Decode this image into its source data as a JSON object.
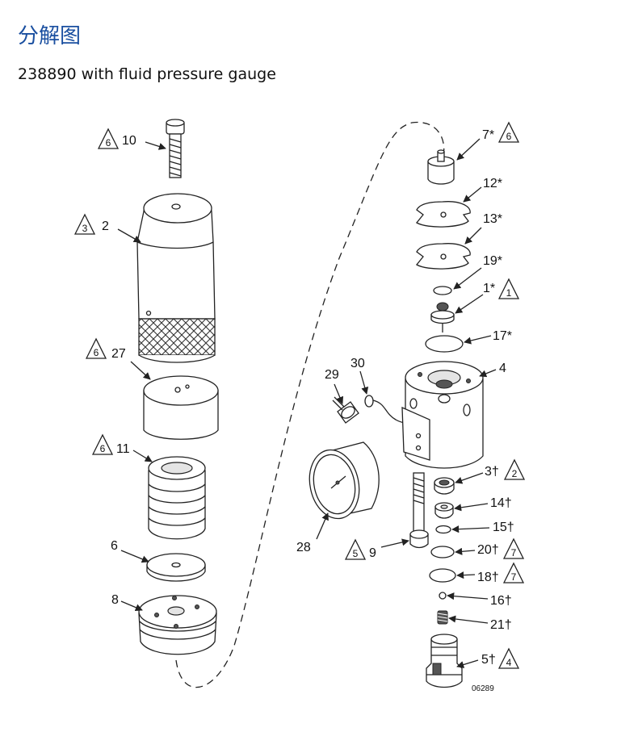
{
  "header": {
    "title": "分解图",
    "subtitle": "238890 with fluid pressure gauge"
  },
  "diagram": {
    "drawing_code": "06289",
    "callouts": [
      {
        "id": "p10",
        "label": "10",
        "warning": "6"
      },
      {
        "id": "p2",
        "label": "2",
        "warning": "3"
      },
      {
        "id": "p27",
        "label": "27",
        "warning": "6"
      },
      {
        "id": "p11",
        "label": "11",
        "warning": "6"
      },
      {
        "id": "p6",
        "label": "6"
      },
      {
        "id": "p8",
        "label": "8"
      },
      {
        "id": "p28",
        "label": "28"
      },
      {
        "id": "p29",
        "label": "29"
      },
      {
        "id": "p30",
        "label": "30"
      },
      {
        "id": "p9",
        "label": "9",
        "warning": "5"
      },
      {
        "id": "p7",
        "label": "7*",
        "warning": "6"
      },
      {
        "id": "p12",
        "label": "12*"
      },
      {
        "id": "p13",
        "label": "13*"
      },
      {
        "id": "p19",
        "label": "19*"
      },
      {
        "id": "p1",
        "label": "1*",
        "warning": "1"
      },
      {
        "id": "p17",
        "label": "17*"
      },
      {
        "id": "p4",
        "label": "4"
      },
      {
        "id": "p3",
        "label": "3†",
        "warning": "2"
      },
      {
        "id": "p14",
        "label": "14†"
      },
      {
        "id": "p15",
        "label": "15†"
      },
      {
        "id": "p20",
        "label": "20†",
        "warning": "7"
      },
      {
        "id": "p18",
        "label": "18†",
        "warning": "7"
      },
      {
        "id": "p16",
        "label": "16†"
      },
      {
        "id": "p21",
        "label": "21†"
      },
      {
        "id": "p5",
        "label": "5†",
        "warning": "4"
      }
    ]
  }
}
